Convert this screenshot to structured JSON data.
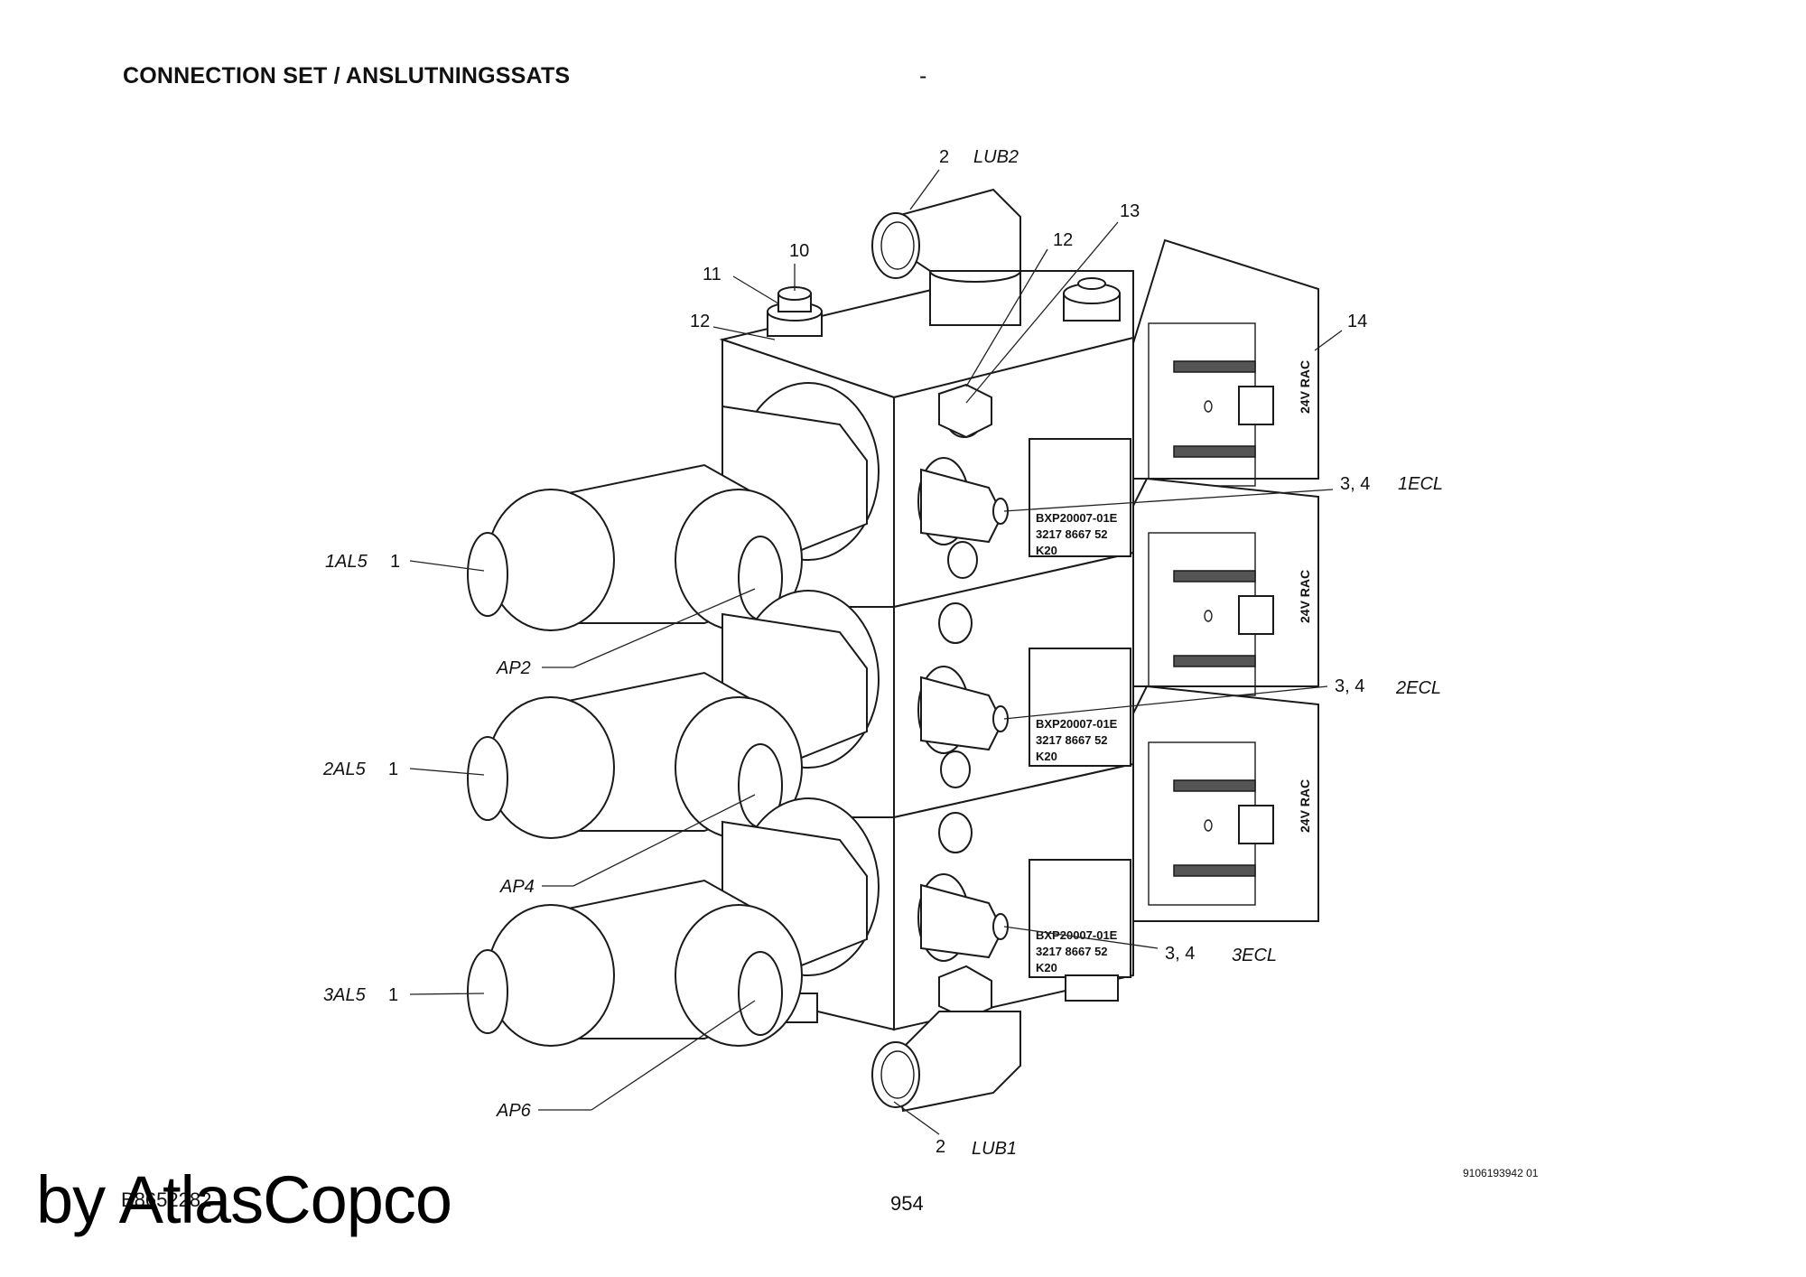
{
  "header": {
    "title": "CONNECTION SET / ANSLUTNINGSSATS",
    "dash": "-"
  },
  "footer": {
    "watermark": "by AtlasCopco",
    "doc_code": "B8652282",
    "page_number": "954",
    "drawing_ref": "9106193942 01"
  },
  "callouts": {
    "c2_top": "2",
    "lub2": "LUB2",
    "c13": "13",
    "c12_right": "12",
    "c10": "10",
    "c11": "11",
    "c12_left": "12",
    "c14": "14",
    "c34_1": "3, 4",
    "ecl1": "1ECL",
    "c34_2": "3, 4",
    "ecl2": "2ECL",
    "c34_3": "3, 4",
    "ecl3": "3ECL",
    "al1": "1AL5",
    "al1_num": "1",
    "al2": "2AL5",
    "al2_num": "1",
    "al3": "3AL5",
    "al3_num": "1",
    "ap2": "AP2",
    "ap4": "AP4",
    "ap6": "AP6",
    "c2_bottom": "2",
    "lub1": "LUB1"
  },
  "plates": [
    {
      "line1": "BXP20007-01E",
      "line2": "3217 8667 52",
      "line3": "K20"
    },
    {
      "line1": "BXP20007-01E",
      "line2": "3217 8667 52",
      "line3": "K20"
    },
    {
      "line1": "BXP20007-01E",
      "line2": "3217 8667 52",
      "line3": "K20"
    }
  ],
  "coils": [
    {
      "text": "24V RAC"
    },
    {
      "text": "24V RAC"
    },
    {
      "text": "24V RAC"
    }
  ]
}
